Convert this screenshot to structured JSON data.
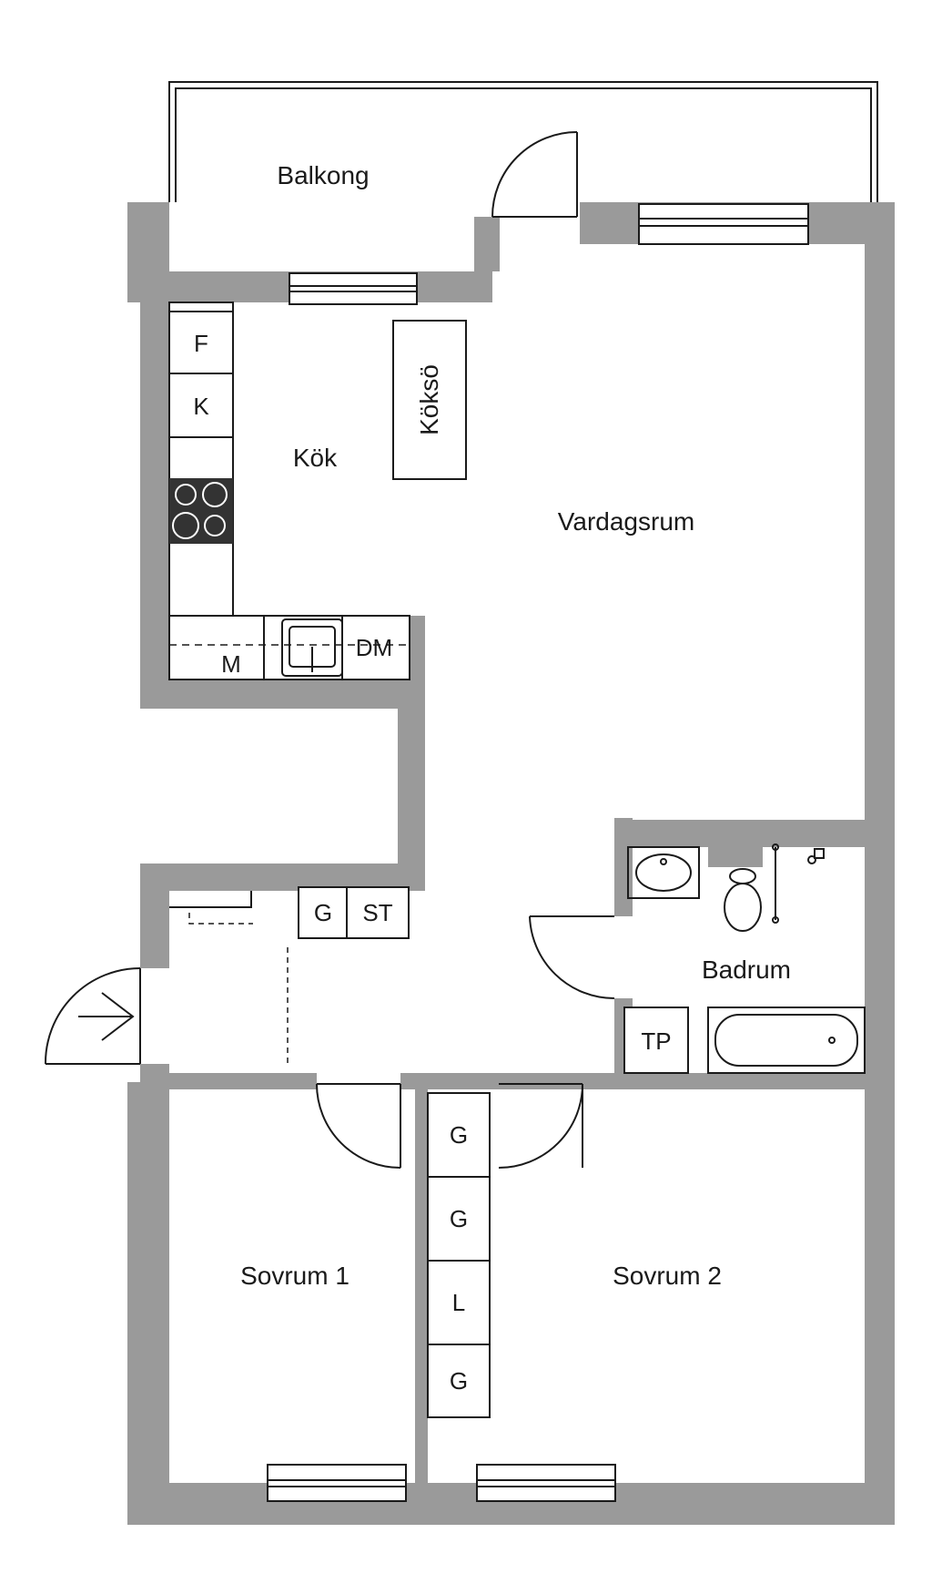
{
  "rooms": {
    "balkong": "Balkong",
    "kok": "Kök",
    "koksö": "Köksö",
    "vardagsrum": "Vardagsrum",
    "badrum": "Badrum",
    "sovrum1": "Sovrum 1",
    "sovrum2": "Sovrum 2"
  },
  "fixtures": {
    "fridge": "F",
    "freezer": "K",
    "microwave": "M",
    "dishwasher": "DM",
    "hall_wardrobe": "G",
    "hall_storage": "ST",
    "dryer": "TP",
    "closets": [
      "G",
      "G",
      "L",
      "G"
    ]
  },
  "colors": {
    "wall": "#9a9a9a",
    "line": "#1a1a1a",
    "stove": "#333333"
  }
}
